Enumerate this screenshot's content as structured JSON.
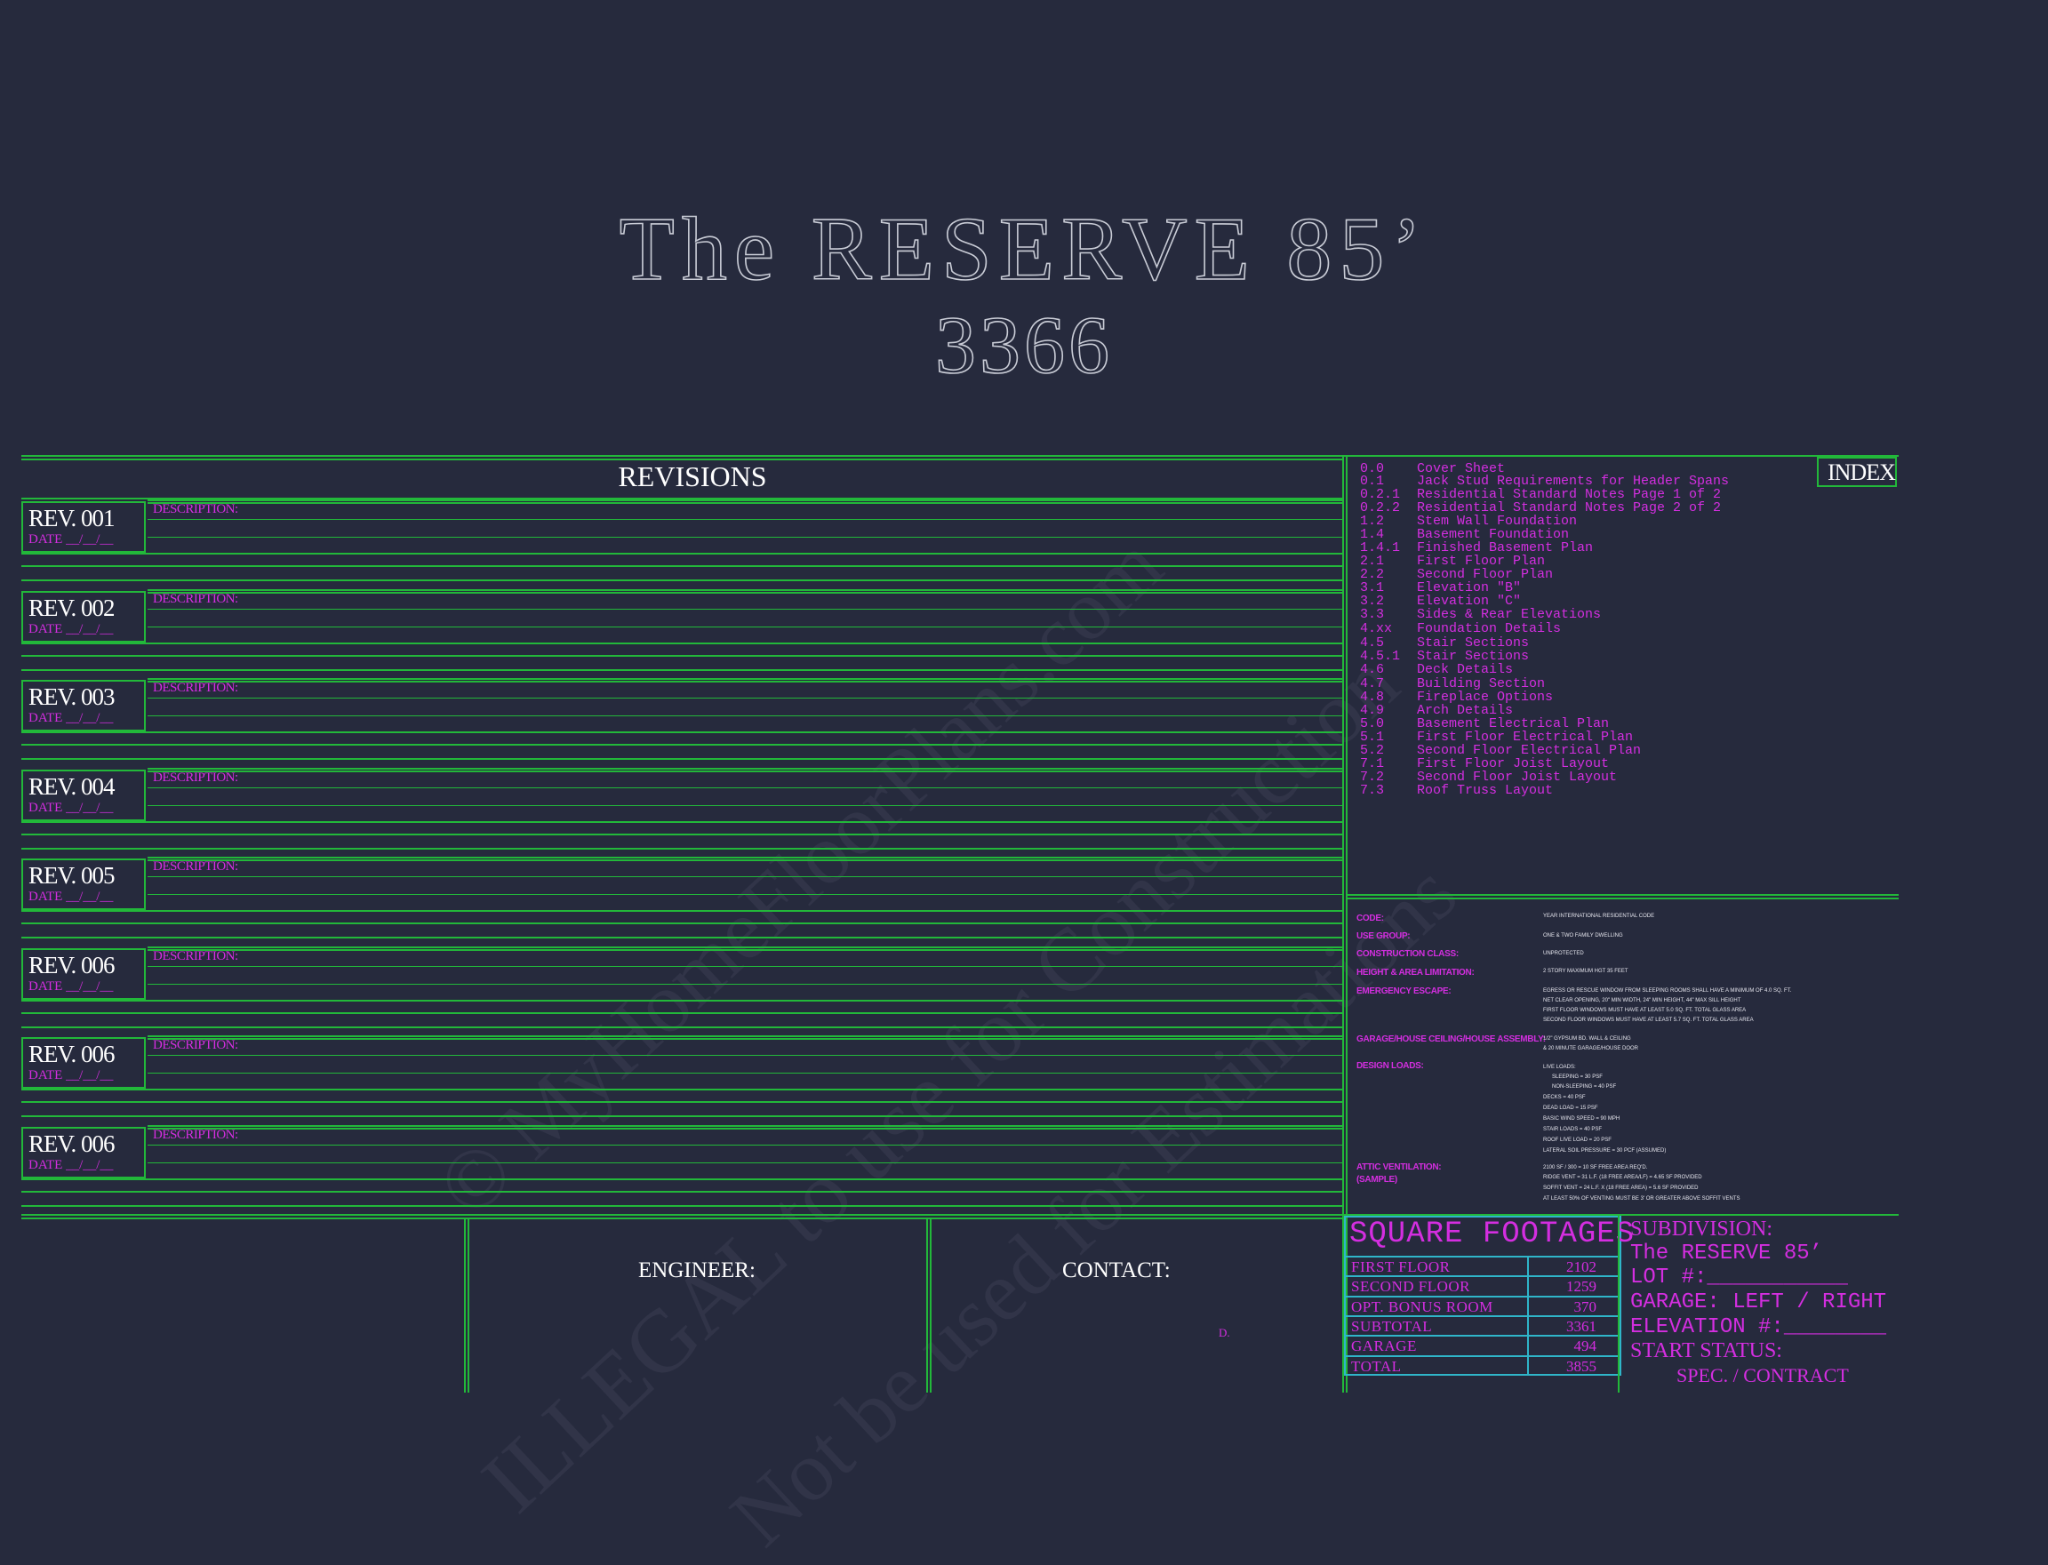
{
  "title": {
    "line1": "The RESERVE 85’",
    "line2": "3366"
  },
  "watermark": {
    "line1": "© MyHomeFloorPlans.com",
    "line2": "ILLEGAL to use for Construction",
    "line3": "Not be used for Estimations"
  },
  "revisions": {
    "header": "REVISIONS",
    "desc_label": "DESCRIPTION:",
    "rows": [
      {
        "label": "REV. 001",
        "date": "DATE __/__/__"
      },
      {
        "label": "REV. 002",
        "date": "DATE __/__/__"
      },
      {
        "label": "REV. 003",
        "date": "DATE __/__/__"
      },
      {
        "label": "REV. 004",
        "date": "DATE __/__/__"
      },
      {
        "label": "REV. 005",
        "date": "DATE __/__/__"
      },
      {
        "label": "REV. 006",
        "date": "DATE __/__/__"
      },
      {
        "label": "REV. 006",
        "date": "DATE __/__/__"
      },
      {
        "label": "REV. 006",
        "date": "DATE __/__/__"
      }
    ]
  },
  "index": {
    "label": "INDEX",
    "items": [
      {
        "num": "0.0",
        "title": "Cover Sheet"
      },
      {
        "num": "0.1",
        "title": "Jack Stud Requirements for Header Spans"
      },
      {
        "num": "0.2.1",
        "title": "Residential Standard Notes Page 1 of 2"
      },
      {
        "num": "0.2.2",
        "title": "Residential Standard Notes Page 2 of 2"
      },
      {
        "num": "1.2",
        "title": "Stem Wall Foundation"
      },
      {
        "num": "1.4",
        "title": "Basement Foundation"
      },
      {
        "num": "1.4.1",
        "title": "Finished Basement Plan"
      },
      {
        "num": "2.1",
        "title": "First Floor Plan"
      },
      {
        "num": "2.2",
        "title": "Second Floor Plan"
      },
      {
        "num": "3.1",
        "title": "Elevation \"B\""
      },
      {
        "num": "3.2",
        "title": "Elevation \"C\""
      },
      {
        "num": "3.3",
        "title": "Sides & Rear Elevations"
      },
      {
        "num": "4.xx",
        "title": "Foundation Details"
      },
      {
        "num": "4.5",
        "title": "Stair Sections"
      },
      {
        "num": "4.5.1",
        "title": "Stair Sections"
      },
      {
        "num": "4.6",
        "title": "Deck Details"
      },
      {
        "num": "4.7",
        "title": "Building Section"
      },
      {
        "num": "4.8",
        "title": "Fireplace Options"
      },
      {
        "num": "4.9",
        "title": "Arch Details"
      },
      {
        "num": "5.0",
        "title": "Basement Electrical Plan"
      },
      {
        "num": "5.1",
        "title": "First Floor Electrical Plan"
      },
      {
        "num": "5.2",
        "title": "Second Floor Electrical Plan"
      },
      {
        "num": "7.1",
        "title": "First Floor Joist Layout"
      },
      {
        "num": "7.2",
        "title": "Second Floor Joist Layout"
      },
      {
        "num": "7.3",
        "title": "Roof Truss Layout"
      }
    ]
  },
  "code_info": {
    "code_label": "CODE:",
    "code_val": "YEAR INTERNATIONAL RESIDENTIAL CODE",
    "use_label": "USE GROUP:",
    "use_val": "ONE & TWO FAMILY DWELLING",
    "construction_label": "CONSTRUCTION CLASS:",
    "construction_val": "UNPROTECTED",
    "height_label": "HEIGHT & AREA LIMITATION:",
    "height_val": "2 STORY MAXIMUM HGT 35 FEET",
    "egress_label": "EMERGENCY ESCAPE:",
    "egress_val_1": "EGRESS OR RESCUE WINDOW FROM SLEEPING ROOMS SHALL HAVE A MINIMUM OF 4.0 SQ. FT.",
    "egress_val_2": "NET CLEAR OPENING, 20\" MIN WIDTH, 24\" MIN HEIGHT, 44\" MAX SILL HEIGHT",
    "egress_val_3": "FIRST FLOOR WINDOWS MUST HAVE AT LEAST 5.0 SQ. FT. TOTAL GLASS AREA",
    "egress_val_4": "SECOND FLOOR WINDOWS MUST HAVE AT LEAST 5.7 SQ. FT. TOTAL GLASS AREA",
    "garage_label": "GARAGE/HOUSE CEILING/HOUSE ASSEMBLY:",
    "garage_val_1": "1/2\" GYPSUM BD. WALL & CEILING",
    "garage_val_2": "& 20 MINUTE GARAGE/HOUSE DOOR",
    "design_label": "DESIGN LOADS:",
    "design_val_1": "LIVE LOADS:",
    "design_val_2": "SLEEPING = 30 PSF",
    "design_val_3": "NON-SLEEPING = 40 PSF",
    "design_val_4": "DECKS = 40 PSF",
    "design_val_5": "DEAD LOAD = 15 PSF",
    "design_val_6": "BASIC WIND SPEED = 90 MPH",
    "design_val_7": "STAIR LOADS = 40 PSF",
    "design_val_8": "ROOF LIVE LOAD = 20 PSF",
    "design_val_9": "LATERAL SOIL PRESSURE = 30 PCF (ASSUMED)",
    "attic_label": "ATTIC VENTILATION:",
    "attic_label_2": "(SAMPLE)",
    "attic_val_1": "2100 SF / 300 = 10 SF FREE AREA REQ'D.",
    "attic_val_2": "RIDGE VENT = 31 L.F. (18 FREE AREA/LF) = 4.65 SF PROVIDED",
    "attic_val_3": "SOFFIT VENT = 24 L.F. X (18 FREE AREA) = 5.6 SF PROVIDED",
    "attic_val_4": "AT LEAST 50% OF VENTING MUST BE 3' OR GREATER ABOVE SOFFIT VENTS"
  },
  "bottom": {
    "engineer_label": "ENGINEER:",
    "contact_label": "CONTACT:",
    "contact_note": "D."
  },
  "square_footages": {
    "title": "SQUARE FOOTAGES",
    "rows": [
      {
        "label": "FIRST FLOOR",
        "value": "2102"
      },
      {
        "label": "SECOND FLOOR",
        "value": "1259"
      },
      {
        "label": "OPT. BONUS ROOM",
        "value": "370"
      },
      {
        "label": "SUBTOTAL",
        "value": "3361"
      },
      {
        "label": "GARAGE",
        "value": "494"
      },
      {
        "label": "TOTAL",
        "value": "3855"
      }
    ]
  },
  "subdivision": {
    "label": "SUBDIVISION:",
    "name": "The RESERVE 85’",
    "lot": "LOT #:___________",
    "garage": "GARAGE: LEFT / RIGHT",
    "elevation": "ELEVATION #:________",
    "start_status": "START STATUS:",
    "spec_contract": "SPEC.  / CONTRACT"
  },
  "colors": {
    "background": "#262a3d",
    "line_green": "#22b83a",
    "text_magenta": "#d42ee0",
    "sqft_cyan": "#2fb5c9"
  }
}
